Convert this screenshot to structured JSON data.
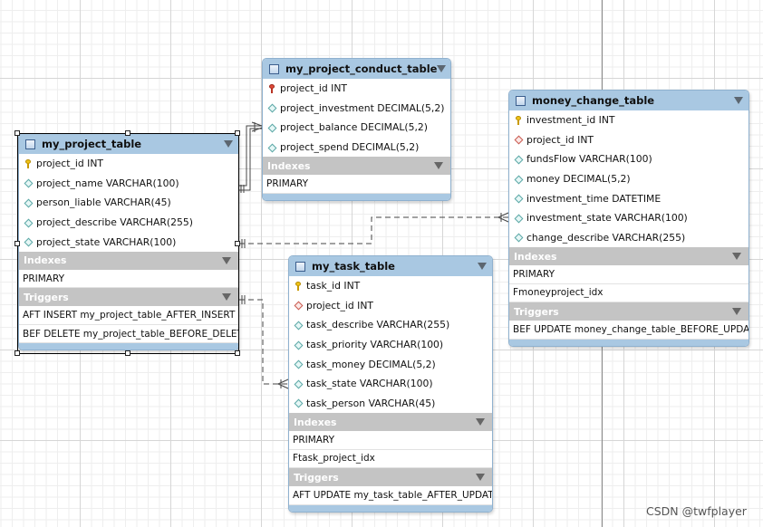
{
  "tables": {
    "my_project_table": {
      "title": "my_project_table",
      "columns": [
        {
          "icon": "key-icon",
          "text": "project_id INT"
        },
        {
          "icon": "column-icon",
          "text": "project_name VARCHAR(100)"
        },
        {
          "icon": "column-icon",
          "text": "person_liable VARCHAR(45)"
        },
        {
          "icon": "column-icon",
          "text": "project_describe VARCHAR(255)"
        },
        {
          "icon": "column-icon",
          "text": "project_state VARCHAR(100)"
        }
      ],
      "indexes_label": "Indexes",
      "indexes": [
        "PRIMARY"
      ],
      "triggers_label": "Triggers",
      "triggers": [
        "AFT INSERT my_project_table_AFTER_INSERT",
        "BEF DELETE my_project_table_BEFORE_DELETE"
      ]
    },
    "my_project_conduct_table": {
      "title": "my_project_conduct_table",
      "columns": [
        {
          "icon": "foreign-primary-key-icon",
          "text": "project_id INT"
        },
        {
          "icon": "column-icon",
          "text": "project_investment DECIMAL(5,2)"
        },
        {
          "icon": "column-icon",
          "text": "project_balance DECIMAL(5,2)"
        },
        {
          "icon": "column-icon",
          "text": "project_spend DECIMAL(5,2)"
        }
      ],
      "indexes_label": "Indexes",
      "indexes": [
        "PRIMARY"
      ]
    },
    "money_change_table": {
      "title": "money_change_table",
      "columns": [
        {
          "icon": "key-icon",
          "text": "investment_id INT"
        },
        {
          "icon": "foreign-key-icon",
          "text": "project_id INT"
        },
        {
          "icon": "column-icon",
          "text": "fundsFlow VARCHAR(100)"
        },
        {
          "icon": "column-icon",
          "text": "money DECIMAL(5,2)"
        },
        {
          "icon": "column-icon",
          "text": "investment_time DATETIME"
        },
        {
          "icon": "column-icon",
          "text": "investment_state VARCHAR(100)"
        },
        {
          "icon": "column-icon",
          "text": "change_describe VARCHAR(255)"
        }
      ],
      "indexes_label": "Indexes",
      "indexes": [
        "PRIMARY",
        "Fmoneyproject_idx"
      ],
      "triggers_label": "Triggers",
      "triggers": [
        "BEF UPDATE money_change_table_BEFORE_UPDATE"
      ]
    },
    "my_task_table": {
      "title": "my_task_table",
      "columns": [
        {
          "icon": "key-icon",
          "text": "task_id INT"
        },
        {
          "icon": "foreign-key-icon",
          "text": "project_id INT"
        },
        {
          "icon": "column-icon",
          "text": "task_describe VARCHAR(255)"
        },
        {
          "icon": "column-icon",
          "text": "task_priority VARCHAR(100)"
        },
        {
          "icon": "column-icon",
          "text": "task_money DECIMAL(5,2)"
        },
        {
          "icon": "column-icon",
          "text": "task_state VARCHAR(100)"
        },
        {
          "icon": "column-icon",
          "text": "task_person VARCHAR(45)"
        }
      ],
      "indexes_label": "Indexes",
      "indexes": [
        "PRIMARY",
        "Ftask_project_idx"
      ],
      "triggers_label": "Triggers",
      "triggers": [
        "AFT UPDATE my_task_table_AFTER_UPDATE"
      ]
    }
  },
  "relationships": [
    {
      "from": "my_project_table",
      "to": "my_project_conduct_table",
      "identifying": true
    },
    {
      "from": "my_project_table",
      "to": "money_change_table",
      "identifying": false
    },
    {
      "from": "my_project_table",
      "to": "my_task_table",
      "identifying": false
    }
  ],
  "watermark": "CSDN @twfplayer",
  "colors": {
    "header": "#a9c8e2",
    "section": "#c4c4c4",
    "line": "#444444"
  }
}
